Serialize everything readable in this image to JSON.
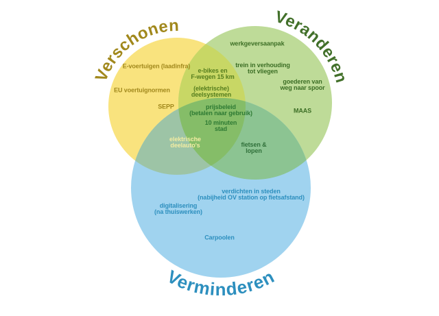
{
  "diagram": {
    "type": "venn-3-circles",
    "background": "#FFFFFF",
    "circles": {
      "verschonen": {
        "title": "Verschonen",
        "fill": "#F9E37E",
        "title_color": "#A1881C"
      },
      "veranderen": {
        "title": "Veranderen",
        "fill": "#BEDB98",
        "title_color": "#42702A"
      },
      "verminderen": {
        "title": "Verminderen",
        "fill": "#A0D3EF",
        "title_color": "#2D8FBE"
      }
    },
    "overlaps": {
      "verschonen_veranderen": {
        "fill": "#C8D765",
        "label_color": "#567E1E"
      },
      "verschonen_verminderen": {
        "fill": "#9DC4A6",
        "label_color": "#F2ECA2"
      },
      "veranderen_verminderen": {
        "fill": "#8CC492",
        "label_color": "#30703A"
      },
      "center": {
        "fill": "#85BD68",
        "label_color": "#2E7A33"
      }
    },
    "labels": [
      {
        "text": "E-voertuigen (laadinfra)",
        "region": "verschonen"
      },
      {
        "text": "EU voertuignormen",
        "region": "verschonen"
      },
      {
        "text": "SEPP",
        "region": "verschonen"
      },
      {
        "text": "e-bikes en\nF-wegen 15 km",
        "region": "verschonen_veranderen"
      },
      {
        "text": "(elektrische)\ndeelsystemen",
        "region": "verschonen_veranderen"
      },
      {
        "text": "werkgeversaanpak",
        "region": "veranderen"
      },
      {
        "text": "trein in verhouding\ntot vliegen",
        "region": "veranderen"
      },
      {
        "text": "goederen van\nweg naar spoor",
        "region": "veranderen"
      },
      {
        "text": "MAAS",
        "region": "veranderen"
      },
      {
        "text": "prijsbeleid\n(betalen naar gebruik)",
        "region": "center"
      },
      {
        "text": "10 minuten\nstad",
        "region": "center"
      },
      {
        "text": "elektrische\ndeelauto's",
        "region": "verschonen_verminderen"
      },
      {
        "text": "fietsen &\nlopen",
        "region": "veranderen_verminderen"
      },
      {
        "text": "verdichten in steden\n(nabijheid OV station op fietsafstand)",
        "region": "verminderen"
      },
      {
        "text": "digitalisering\n(na thuiswerken)",
        "region": "verminderen"
      },
      {
        "text": "Carpoolen",
        "region": "verminderen"
      }
    ]
  }
}
